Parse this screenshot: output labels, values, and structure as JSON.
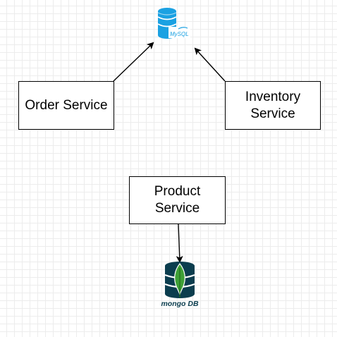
{
  "diagram": {
    "nodes": {
      "order_service": {
        "label": "Order Service"
      },
      "inventory_service": {
        "label": "Inventory\nService"
      },
      "product_service": {
        "label": "Product\nService"
      }
    },
    "databases": {
      "mysql": {
        "logo_text": "MySQL",
        "color": "#1BA1E2"
      },
      "mongodb": {
        "logo_text": "mongo DB",
        "color": "#0B3D4E",
        "leaf_color": "#3FA037"
      }
    },
    "edges": [
      {
        "from": "order_service",
        "to": "mysql"
      },
      {
        "from": "inventory_service",
        "to": "mysql"
      },
      {
        "from": "product_service",
        "to": "mongodb"
      }
    ]
  }
}
